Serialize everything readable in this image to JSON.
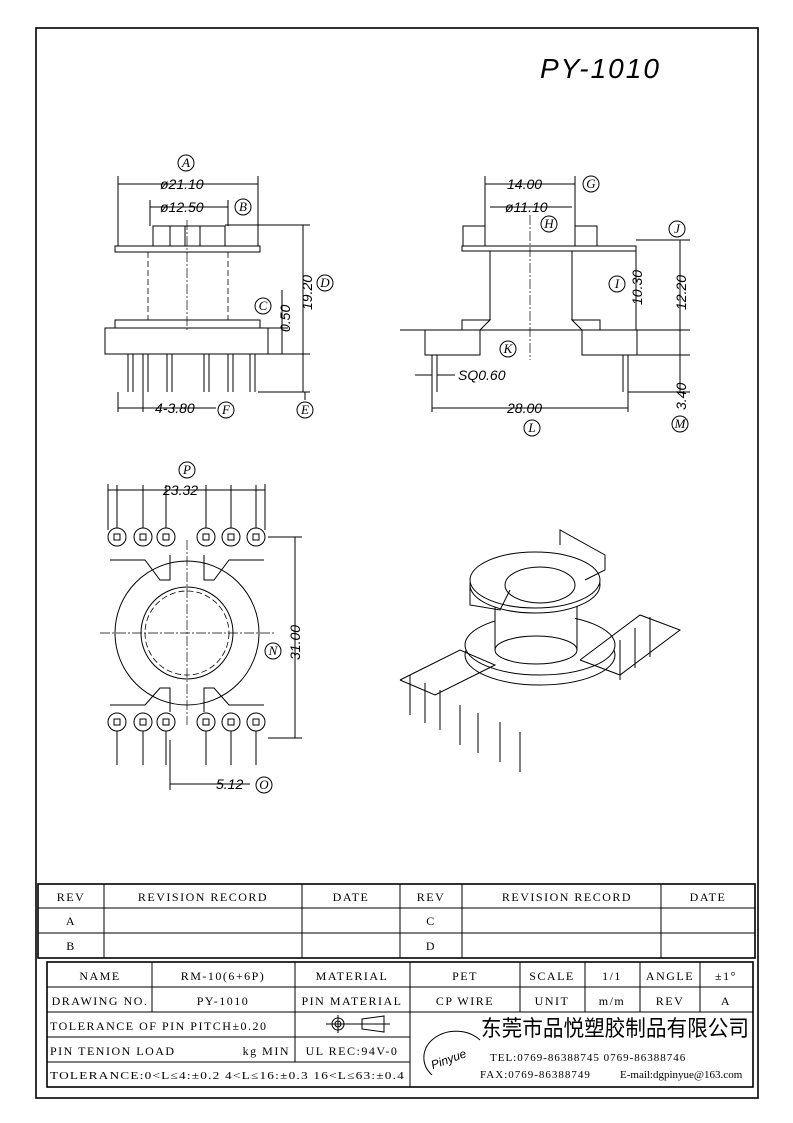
{
  "title": "PY-1010",
  "front_view": {
    "dim_A": "ø21.10",
    "dim_B": "ø12.50",
    "dim_D": "19.20",
    "dim_C": "0.50",
    "dim_F": "4-3.80",
    "letters": [
      "A",
      "B",
      "C",
      "D",
      "E",
      "F"
    ]
  },
  "side_view": {
    "dim_G": "14.00",
    "dim_H": "ø11.10",
    "dim_I": "10.30",
    "dim_J": "12.20",
    "dim_K": "SQ0.60",
    "dim_L": "28.00",
    "dim_M": "3.40",
    "letters": [
      "G",
      "H",
      "I",
      "J",
      "K",
      "L",
      "M"
    ]
  },
  "bottom_view": {
    "dim_P": "23.32",
    "dim_N": "31.00",
    "dim_O": "5.12",
    "letters": [
      "P",
      "N",
      "O"
    ]
  },
  "revision_table": {
    "headers": [
      "REV",
      "REVISION RECORD",
      "DATE",
      "REV",
      "REVISION RECORD",
      "DATE"
    ],
    "rows": [
      [
        "A",
        "",
        "",
        "C",
        "",
        ""
      ],
      [
        "B",
        "",
        "",
        "D",
        "",
        ""
      ]
    ]
  },
  "title_block": {
    "name_label": "NAME",
    "name": "RM-10(6+6P)",
    "material_label": "MATERIAL",
    "material": "PET",
    "scale_label": "SCALE",
    "scale": "1/1",
    "angle_label": "ANGLE",
    "angle": "±1°",
    "drawing_no_label": "DRAWING NO.",
    "drawing_no": "PY-1010",
    "pin_material_label": "PIN MATERIAL",
    "pin_material": "CP WIRE",
    "unit_label": "UNIT",
    "unit": "m/m",
    "rev_label": "REV",
    "rev": "A",
    "pin_pitch_tol": "TOLERANCE OF PIN PITCH±0.20",
    "pin_load": "PIN TENION LOAD",
    "pin_load_unit": "kg MIN",
    "ul_rec": "UL REC:94V-0",
    "tolerance": "TOLERANCE:0<L≤4:±0.2  4<L≤16:±0.3  16<L≤63:±0.4",
    "logo": "Pinyue",
    "company": "东莞市品悦塑胶制品有限公司",
    "tel": "TEL:0769-86388745    0769-86388746",
    "fax": "FAX:0769-86388749",
    "email": "E-mail:dgpinyue@163.com"
  }
}
